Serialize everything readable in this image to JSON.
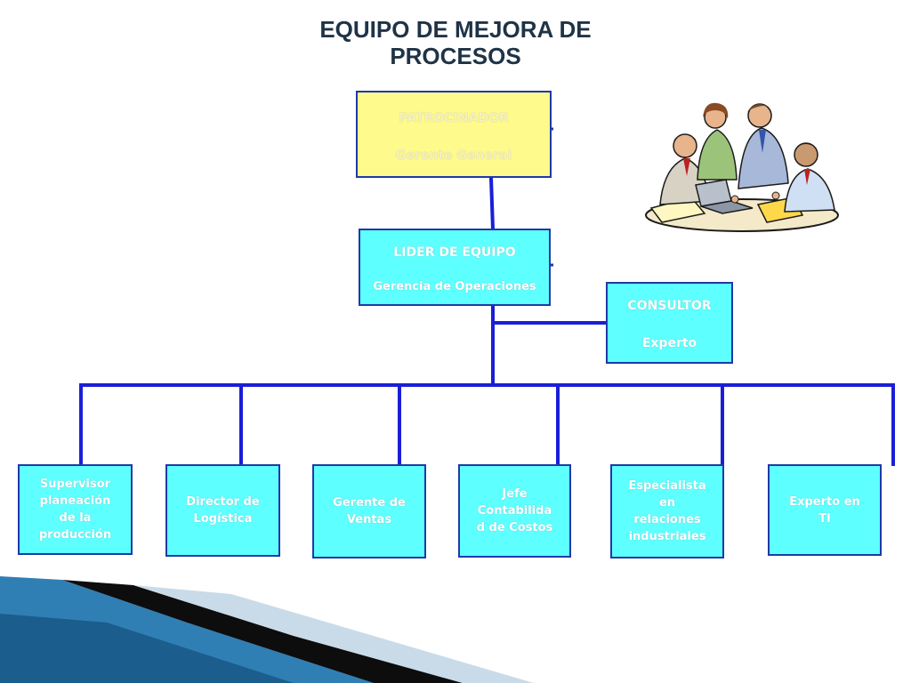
{
  "title": {
    "line1": "EQUIPO DE MEJORA DE",
    "line2": "PROCESOS"
  },
  "colors": {
    "connector": "#1a1fd6",
    "box_border": "#1e3aa8",
    "box_fill": "#5effff",
    "sponsor_fill": "#fffa8c"
  },
  "sponsor": {
    "role": "PATROCINADOR",
    "name": "Gerente General"
  },
  "leader": {
    "role": "LIDER DE EQUIPO",
    "name": "Gerencia de Operaciones"
  },
  "consultant": {
    "role": "CONSULTOR",
    "name": "Experto"
  },
  "members": [
    {
      "label": "Supervisor\nplaneación\nde la\nproducción"
    },
    {
      "label": "Director de\nLogística"
    },
    {
      "label": "Gerente de\nVentas"
    },
    {
      "label": "Jefe\nContabilida\nd de Costos"
    },
    {
      "label": "Especialista\nen\nrelaciones\nindustriales"
    },
    {
      "label": "Experto en\nTI"
    }
  ],
  "illustration": {
    "icon": "team-meeting-icon"
  }
}
